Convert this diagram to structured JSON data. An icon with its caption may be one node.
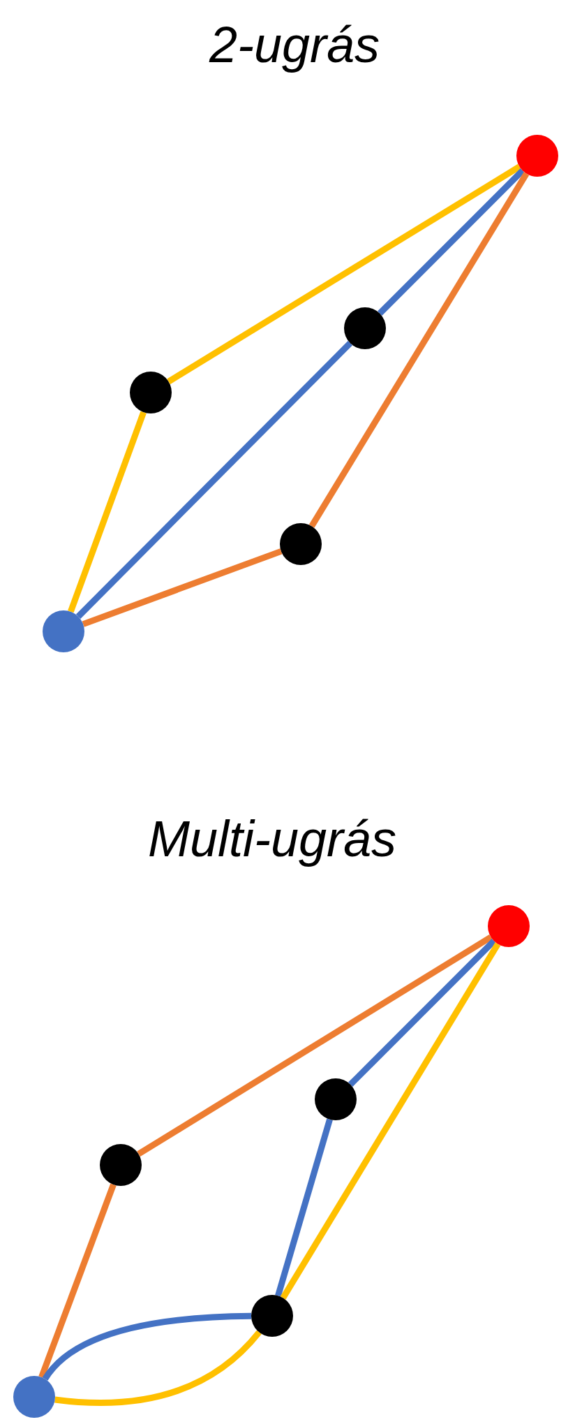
{
  "diagram": {
    "title": "2-ugrás",
    "nodes": [
      {
        "text": [],
        "shape": "circle"
      },
      {
        "text": [],
        "shape": "circle"
      },
      {
        "text": [],
        "shape": "circle"
      },
      {
        "text": [],
        "shape": "circle"
      },
      {
        "text": [],
        "shape": "circle"
      },
      {
        "text": [],
        "shape": "circle"
      },
      {
        "text": [],
        "shape": "circle"
      },
      {
        "text": [],
        "shape": "circle"
      },
      {
        "text": [],
        "shape": "circle"
      },
      {
        "text": [],
        "shape": "circle"
      }
    ],
    "edges": [
      {
        "from": 4,
        "to": 2,
        "arrow": "none",
        "color": "#ffc000"
      },
      {
        "from": 2,
        "to": 0,
        "arrow": "none",
        "color": "#ffc000"
      },
      {
        "from": 4,
        "to": 1,
        "arrow": "none",
        "color": "#4472c4"
      },
      {
        "from": 1,
        "to": 0,
        "arrow": "none",
        "color": "#4472c4"
      },
      {
        "from": 4,
        "to": 3,
        "arrow": "none",
        "color": "#ed7d31"
      },
      {
        "from": 3,
        "to": 0,
        "arrow": "none",
        "color": "#ed7d31"
      },
      {
        "from": 9,
        "to": 7,
        "arrow": "none",
        "color": "#ed7d31"
      },
      {
        "from": 7,
        "to": 5,
        "arrow": "none",
        "color": "#ed7d31"
      },
      {
        "from": 6,
        "to": 5,
        "arrow": "none",
        "color": "#4472c4"
      },
      {
        "from": 8,
        "to": 6,
        "arrow": "none",
        "color": "#4472c4"
      },
      {
        "from": 9,
        "to": 8,
        "arrow": "none",
        "color": "#4472c4"
      },
      {
        "from": 8,
        "to": 5,
        "arrow": "none",
        "color": "#ffc000"
      },
      {
        "from": 9,
        "to": 8,
        "arrow": "none",
        "color": "#ffc000"
      }
    ],
    "labels": [
      "Multi-ugrás"
    ]
  }
}
